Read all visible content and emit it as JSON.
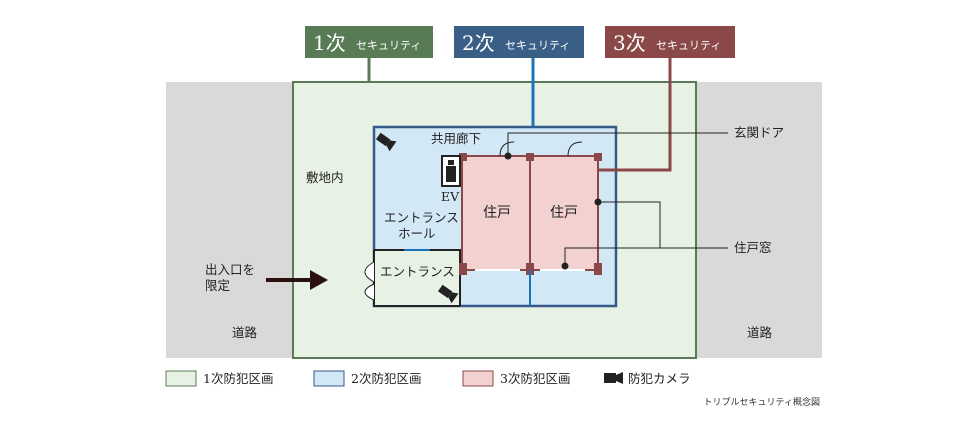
{
  "colors": {
    "tier1": "#587b56",
    "tier2": "#3a5f86",
    "tier3": "#8b4848",
    "road_fill": "#d9d9d9",
    "zone1_fill": "#e8f2e4",
    "zone2_fill": "#d2e8f6",
    "zone3_fill": "#f3d1d1",
    "zone2_border": "#355a8a",
    "blue_line": "#1b74b9",
    "wall_dark": "#8b4848"
  },
  "tiers": [
    {
      "num": "1次",
      "label": "セキュリティ"
    },
    {
      "num": "2次",
      "label": "セキュリティ"
    },
    {
      "num": "3次",
      "label": "セキュリティ"
    }
  ],
  "labels": {
    "road_left": "道路",
    "road_right": "道路",
    "site": "敷地内",
    "corridor": "共用廊下",
    "ev": "EV",
    "entrance_hall_line1": "エントランス",
    "entrance_hall_line2": "ホール",
    "entrance": "エントランス",
    "unit_left": "住戸",
    "unit_right": "住戸",
    "access_line1": "出入口を",
    "access_line2": "限定",
    "front_door": "玄関ドア",
    "unit_window": "住戸窓"
  },
  "legend": [
    {
      "label": "1次防犯区画",
      "icon": "zone1-swatch"
    },
    {
      "label": "2次防犯区画",
      "icon": "zone2-swatch"
    },
    {
      "label": "3次防犯区画",
      "icon": "zone3-swatch"
    },
    {
      "label": "防犯カメラ",
      "icon": "camera-icon"
    }
  ],
  "caption": "トリプルセキュリティ概念図"
}
